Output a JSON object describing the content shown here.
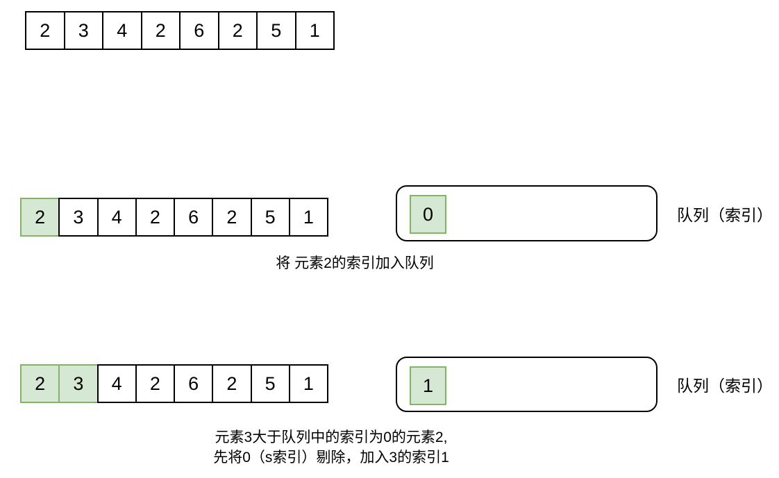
{
  "figure": {
    "colors": {
      "highlight_fill": "#d5e8d4",
      "highlight_border": "#82b366",
      "cell_border": "#000000"
    },
    "initial_array": {
      "values": [
        "2",
        "3",
        "4",
        "2",
        "6",
        "2",
        "5",
        "1"
      ],
      "highlighted_indices": []
    },
    "step1": {
      "array": {
        "values": [
          "2",
          "3",
          "4",
          "2",
          "6",
          "2",
          "5",
          "1"
        ],
        "highlighted_indices": [
          0
        ]
      },
      "queue": {
        "items": [
          "0"
        ],
        "label": "队列（索引）"
      },
      "caption": "将 元素2的索引加入队列"
    },
    "step2": {
      "array": {
        "values": [
          "2",
          "3",
          "4",
          "2",
          "6",
          "2",
          "5",
          "1"
        ],
        "highlighted_indices": [
          0,
          1
        ]
      },
      "queue": {
        "items": [
          "1"
        ],
        "label": "队列（索引）"
      },
      "caption_lines": [
        "元素3大于队列中的索引为0的元素2,",
        "先将0（s索引）剔除，加入3的索引1"
      ]
    }
  }
}
